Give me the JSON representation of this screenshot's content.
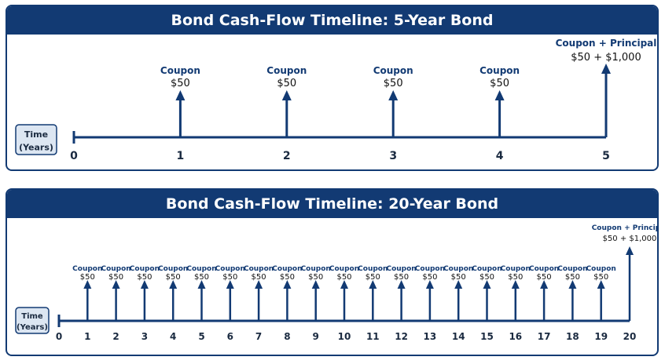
{
  "panels": [
    {
      "title": "Bond Cash-Flow Timeline: 5-Year Bond",
      "axis_label_line1": "Time",
      "axis_label_line2": "(Years)",
      "ticks": [
        "0",
        "1",
        "2",
        "3",
        "4",
        "5"
      ],
      "coupon_label": "Coupon",
      "coupon_amount": "$50",
      "final_label": "Coupon + Principal",
      "final_amount": "$50 + $1,000"
    },
    {
      "title": "Bond Cash-Flow Timeline: 20-Year Bond",
      "axis_label_line1": "Time",
      "axis_label_line2": "(Years)",
      "ticks": [
        "0",
        "1",
        "2",
        "3",
        "4",
        "5",
        "6",
        "7",
        "8",
        "9",
        "10",
        "11",
        "12",
        "13",
        "14",
        "15",
        "16",
        "17",
        "18",
        "19",
        "20"
      ],
      "coupon_label": "Coupon",
      "coupon_amount": "$50",
      "final_label": "Coupon + Principal",
      "final_amount": "$50 + $1,000"
    }
  ],
  "colors": {
    "primary": "#123a73",
    "label_box": "#dce6f2"
  }
}
